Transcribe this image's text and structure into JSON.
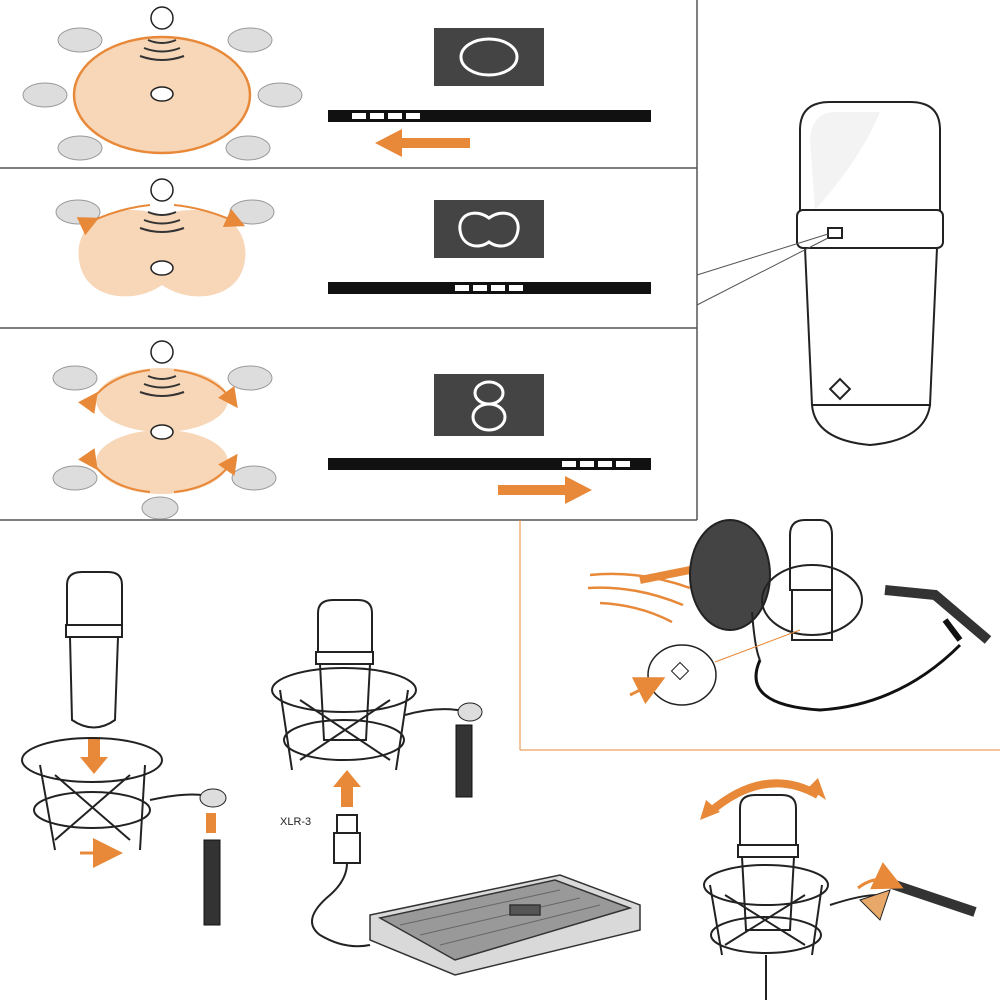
{
  "patterns": [
    {
      "id": "cardioid",
      "symbol": "O",
      "switch_position": "left"
    },
    {
      "id": "omni",
      "symbol": "heart",
      "switch_position": "center"
    },
    {
      "id": "figure-8",
      "symbol": "8",
      "switch_position": "right"
    }
  ],
  "labels": {
    "xlr": "XLR-3"
  },
  "colors": {
    "accent": "#e8893a",
    "pattern_fill": "#f7d7b8",
    "dark": "#2a2a2a",
    "panel": "#444444"
  },
  "icons": [
    "head-icon",
    "sound-wave-icon",
    "microphone-icon",
    "shock-mount-icon",
    "pop-filter-icon",
    "mixer-console-icon",
    "arrow-icon"
  ]
}
